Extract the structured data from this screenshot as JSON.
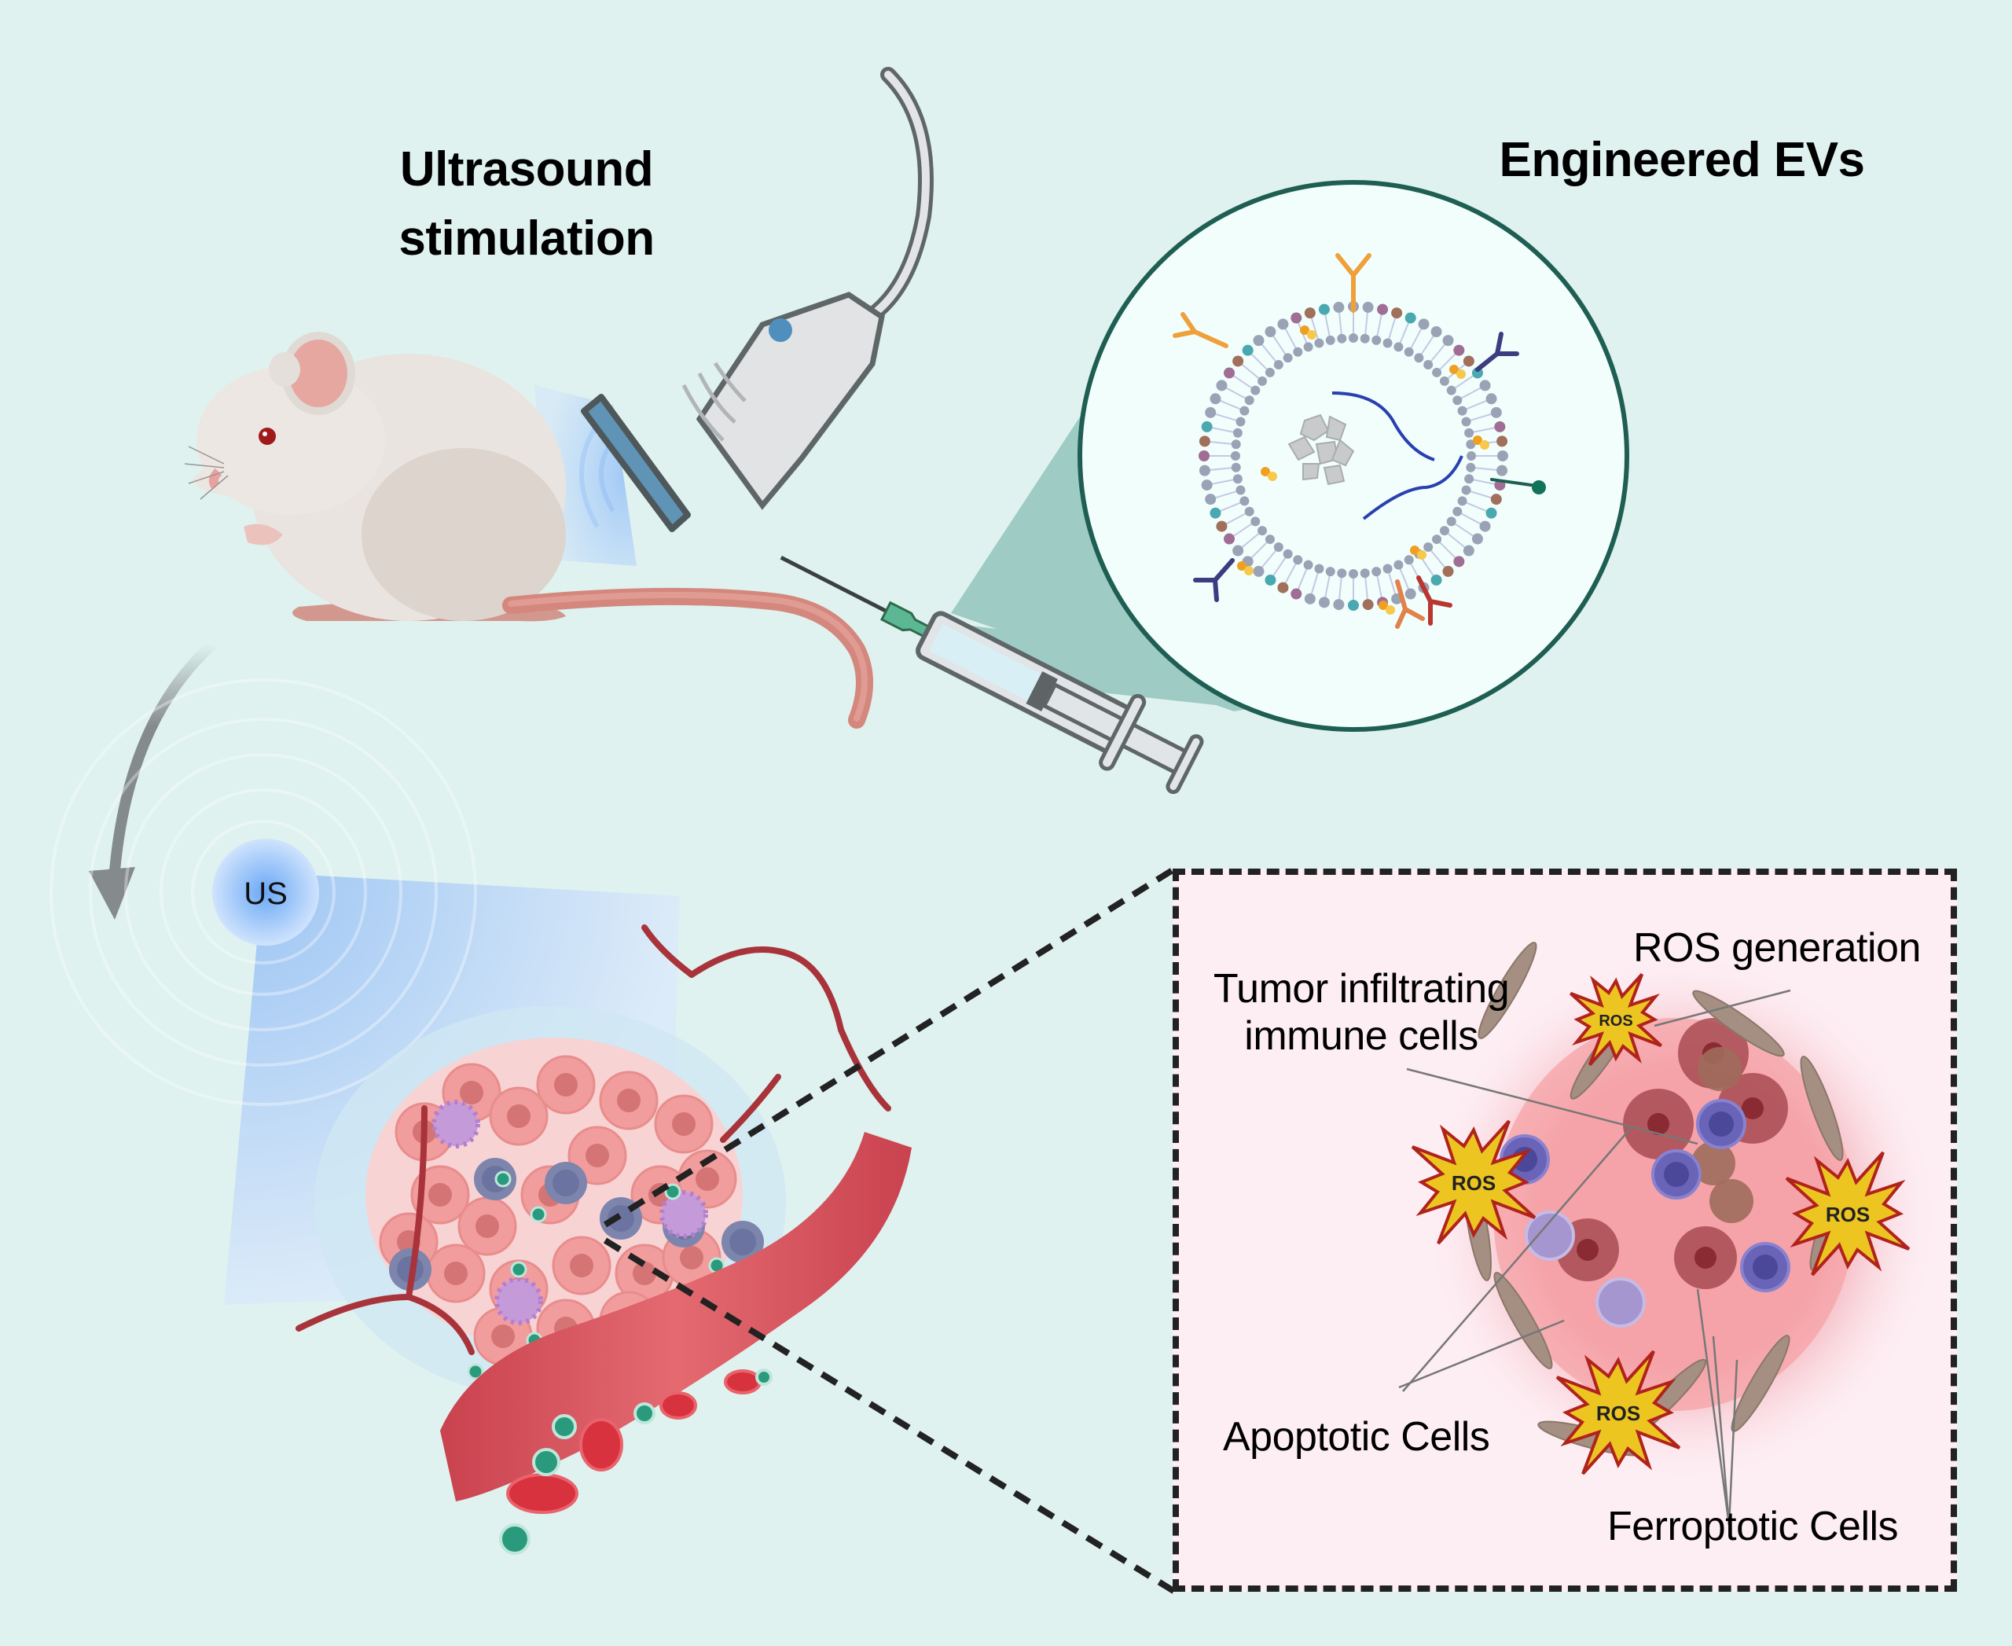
{
  "titles": {
    "ultrasound_line1": "Ultrasound",
    "ultrasound_line2": "stimulation",
    "engineered_evs": "Engineered EVs"
  },
  "tumor_panel": {
    "us_badge": "US"
  },
  "inset": {
    "labels": {
      "ros_generation": "ROS generation",
      "tumor_infiltrating_line1": "Tumor infiltrating",
      "tumor_infiltrating_line2": "immune cells",
      "apoptotic": "Apoptotic Cells",
      "ferroptotic": "Ferroptotic Cells"
    },
    "ros_bursts": [
      "ROS",
      "ROS",
      "ROS",
      "ROS"
    ]
  },
  "colors": {
    "background": "#dff2ef",
    "inset_background": "#fdeef4",
    "ev_circle_border": "#1f5e52",
    "ev_circle_fill": "#f1fefc",
    "callout_cone": "#9fcbc5",
    "ros_fill": "#ecc521",
    "ros_stroke": "#b0231d",
    "immune_cell": "#6a64b8",
    "tumor_cell": "#ee9a9a",
    "vessel": "#d4525c",
    "ev_particle": "#2a9a7c",
    "us_blue": "#7ab2f5",
    "arrow_gray": "#858b8c"
  }
}
